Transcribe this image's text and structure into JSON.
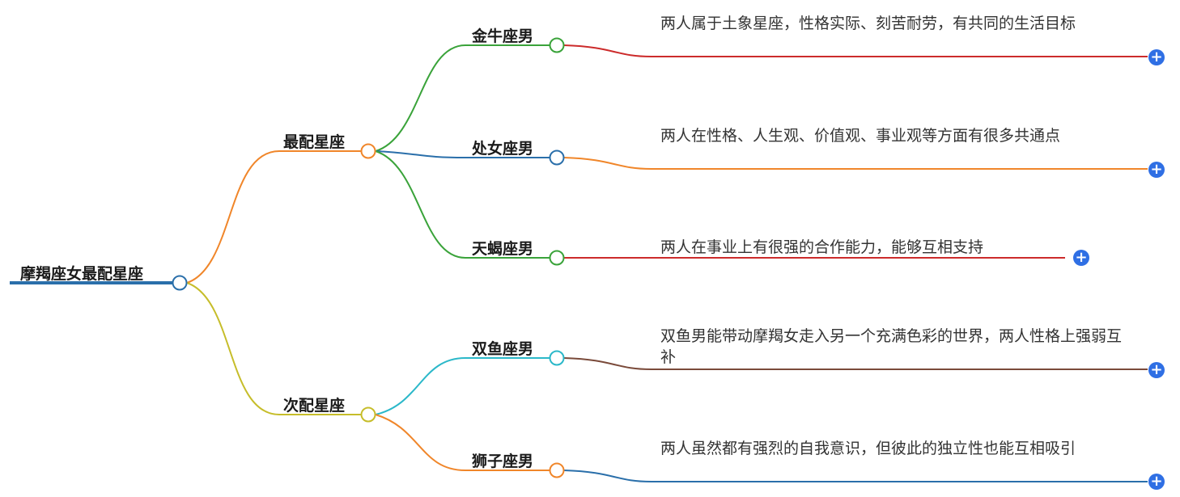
{
  "root": {
    "label": "摩羯座女最配星座"
  },
  "branches": [
    {
      "label": "最配星座",
      "children": [
        {
          "label": "金牛座男",
          "desc": "两人属于土象星座，性格实际、刻苦耐劳，有共同的生活目标"
        },
        {
          "label": "处女座男",
          "desc": "两人在性格、人生观、价值观、事业观等方面有很多共通点"
        },
        {
          "label": "天蝎座男",
          "desc": "两人在事业上有很强的合作能力，能够互相支持"
        }
      ]
    },
    {
      "label": "次配星座",
      "children": [
        {
          "label": "双鱼座男",
          "desc": "双鱼男能带动摩羯女走入另一个充满色彩的世界，两人性格上强弱互补"
        },
        {
          "label": "狮子座男",
          "desc": "两人虽然都有强烈的自我意识，但彼此的独立性也能互相吸引"
        }
      ]
    }
  ],
  "colors": {
    "root": "#2a6faa",
    "branch1": "#f0862a",
    "branch2": "#c6bd2a",
    "taurus": "#3aa33a",
    "virgo": "#2a6faa",
    "scorpio": "#3aa33a",
    "pisces": "#2bb8c9",
    "leo": "#f0862a",
    "desc_taurus": "#cc2b2b",
    "desc_virgo": "#f0862a",
    "desc_scorpio": "#cc2b2b",
    "desc_pisces": "#7a4a3a",
    "desc_leo": "#2a6faa",
    "expand": "#2f6fe4"
  },
  "icons": {
    "expand": "plus-icon",
    "expand_glyph": "+"
  }
}
